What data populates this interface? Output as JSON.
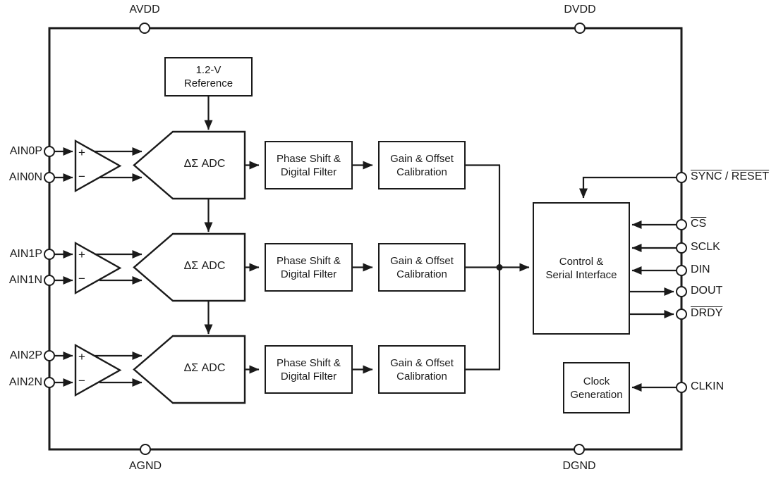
{
  "colors": {
    "ink": "#1a1a1a",
    "background": "#ffffff"
  },
  "power_pins": {
    "avdd": "AVDD",
    "dvdd": "DVDD",
    "agnd": "AGND",
    "dgnd": "DGND"
  },
  "reference_block": {
    "line1": "1.2-V",
    "line2": "Reference"
  },
  "channels": [
    {
      "pin_p": "AIN0P",
      "pin_n": "AIN0N",
      "amp_plus": "+",
      "amp_minus": "−",
      "adc_label": "ΔΣ ADC",
      "filter_line1": "Phase Shift &",
      "filter_line2": "Digital Filter",
      "cal_line1": "Gain & Offset",
      "cal_line2": "Calibration"
    },
    {
      "pin_p": "AIN1P",
      "pin_n": "AIN1N",
      "amp_plus": "+",
      "amp_minus": "−",
      "adc_label": "ΔΣ ADC",
      "filter_line1": "Phase Shift &",
      "filter_line2": "Digital Filter",
      "cal_line1": "Gain & Offset",
      "cal_line2": "Calibration"
    },
    {
      "pin_p": "AIN2P",
      "pin_n": "AIN2N",
      "amp_plus": "+",
      "amp_minus": "−",
      "adc_label": "ΔΣ ADC",
      "filter_line1": "Phase Shift &",
      "filter_line2": "Digital Filter",
      "cal_line1": "Gain & Offset",
      "cal_line2": "Calibration"
    }
  ],
  "control_block": {
    "line1": "Control &",
    "line2": "Serial Interface"
  },
  "clock_block": {
    "line1": "Clock",
    "line2": "Generation"
  },
  "serial_pins": {
    "sync_reset": {
      "part1": "SYNC",
      "separator": " / ",
      "part2": "RESET"
    },
    "cs": "CS",
    "sclk": "SCLK",
    "din": "DIN",
    "dout": "DOUT",
    "drdy": "DRDY",
    "clkin": "CLKIN"
  }
}
